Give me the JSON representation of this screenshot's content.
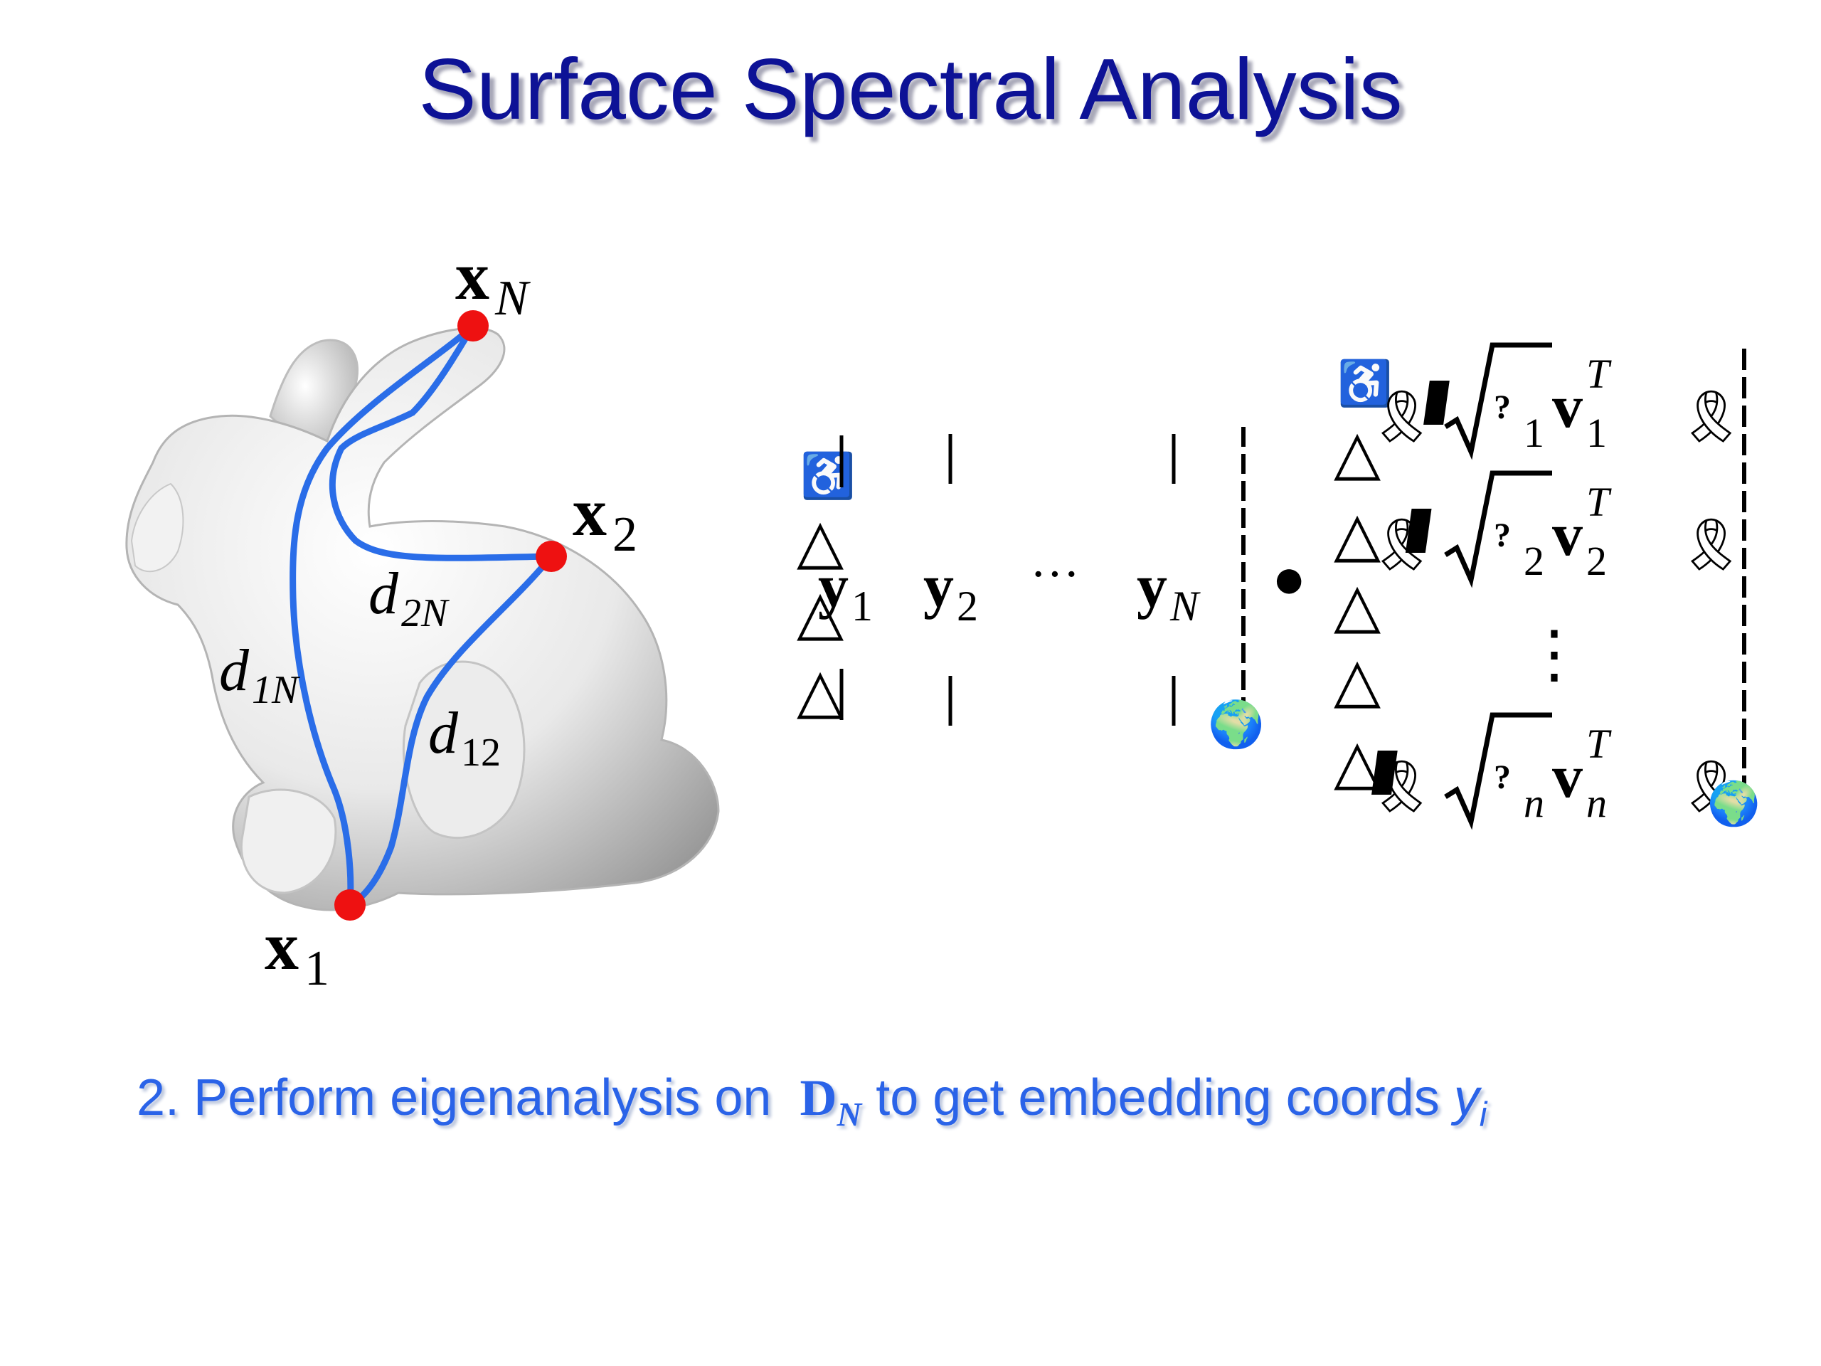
{
  "title": "Surface Spectral Analysis",
  "bunny_labels": {
    "x_n": "x",
    "x_n_sub": "N",
    "x_2": "x",
    "x_2_sub": "2",
    "x_1": "x",
    "x_1_sub": "1",
    "d_2n": "d",
    "d_2n_sub": "2N",
    "d_1n": "d",
    "d_1n_sub": "1N",
    "d_12": "d",
    "d_12_sub": "12"
  },
  "matrix_left": {
    "y1": "y",
    "y1_sub": "1",
    "y2": "y",
    "y2_sub": "2",
    "dots": "···",
    "yn": "y",
    "yn_sub": "N",
    "bar": "|",
    "dot": "●"
  },
  "matrix_right": {
    "row1_sub": "1",
    "row2_sub": "2",
    "rown_sub": "n",
    "v": "v",
    "v_sup": "T",
    "v1_sub": "1",
    "v2_sub": "2",
    "vn_sub": "n",
    "missing_glyph": "?",
    "vdots": "⋮",
    "triangle": "△",
    "ribbon": "🎗",
    "wheelchair": "♿",
    "globe": "🌍"
  },
  "caption": {
    "prefix": "2. Perform eigenanalysis on",
    "matrix": "D",
    "matrix_sub": "N",
    "middle": "to get embedding coords",
    "var": "y",
    "var_sub": "i"
  },
  "colors": {
    "title": "#0d1296",
    "caption": "#2a63e8",
    "geodesic": "#2a6de8",
    "point": "#ee1111"
  }
}
